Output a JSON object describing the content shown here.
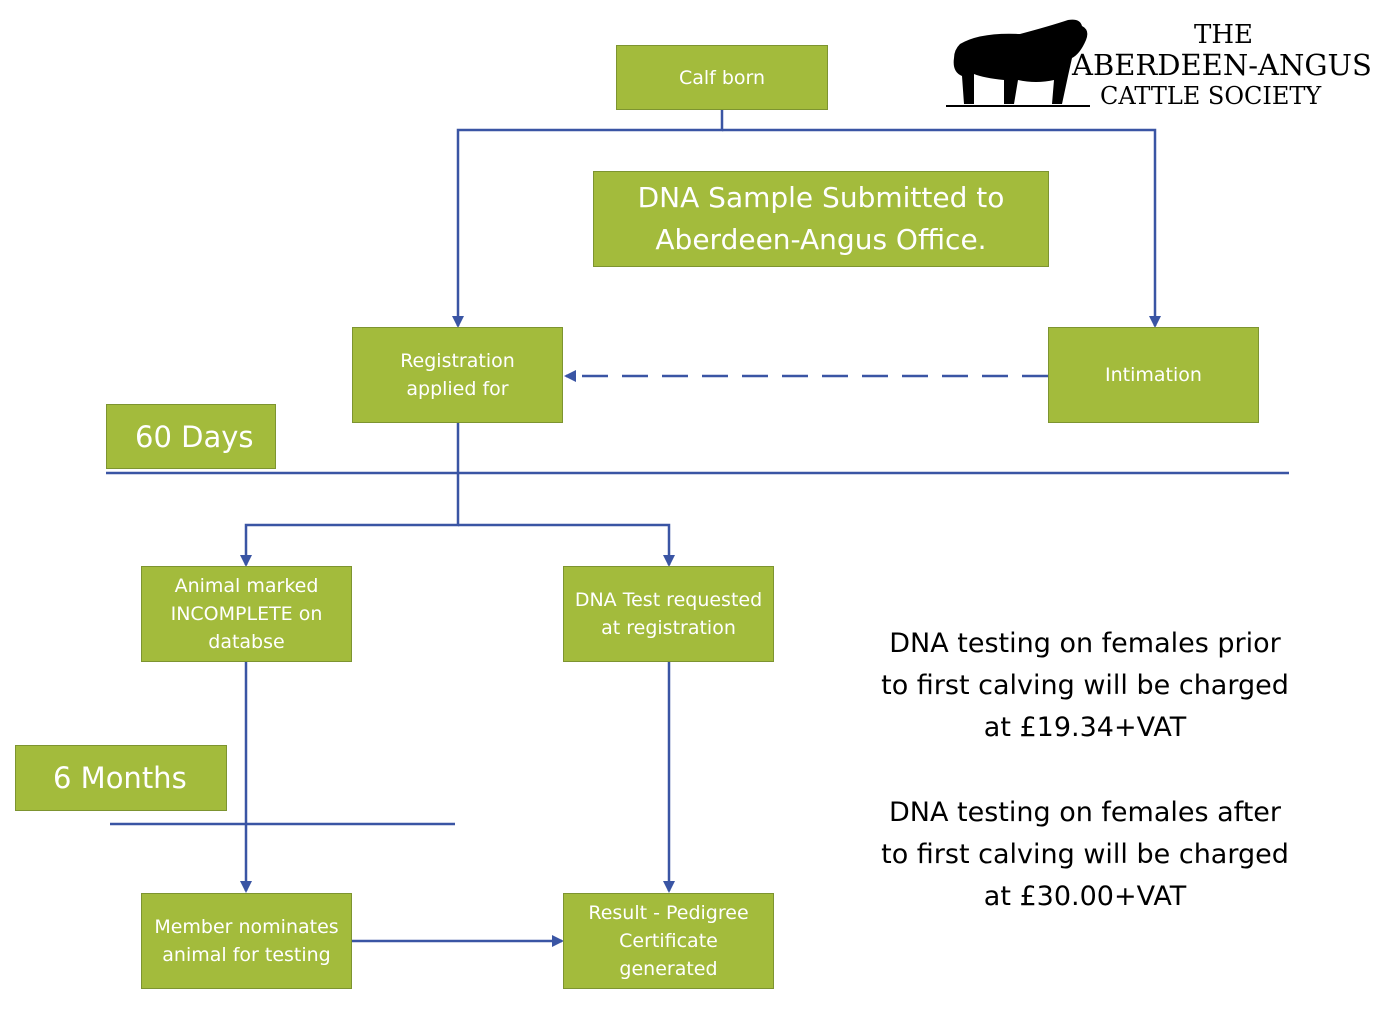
{
  "logo": {
    "line1": "THE",
    "line2": "ABERDEEN-ANGUS",
    "line3": "CATTLE SOCIETY",
    "icon": "bull-silhouette-icon"
  },
  "colors": {
    "box_fill": "#a3bb3c",
    "box_border": "#7d9430",
    "connector": "#3a55a4",
    "text_on_box": "#ffffff"
  },
  "nodes": {
    "calf_born": "Calf born",
    "dna_sample": "DNA Sample Submitted to\nAberdeen-Angus Office.",
    "registration": "Registration\napplied for",
    "intimation": "Intimation",
    "incomplete": "Animal marked\nINCOMPLETE on\ndatabse",
    "dna_test_requested": "DNA Test requested\nat registration",
    "member_nominates": "Member nominates\nanimal for testing",
    "result": "Result - Pedigree\nCertificate\ngenerated"
  },
  "markers": {
    "days60": "60 Days",
    "months6": "6 Months"
  },
  "notes": {
    "before_calving": "DNA testing on females prior\nto first calving will be charged\nat £19.34+VAT",
    "after_calving": "DNA testing on females after\nto first calving will be charged\nat £30.00+VAT"
  }
}
